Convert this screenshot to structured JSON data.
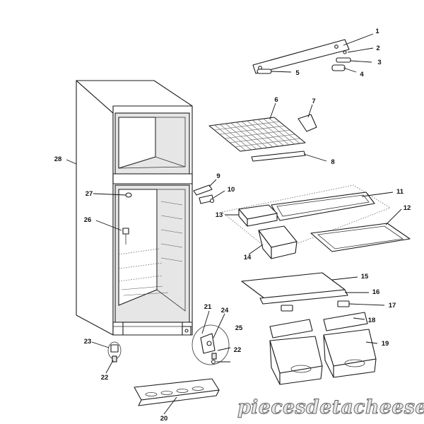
{
  "diagram": {
    "callouts": [
      "1",
      "2",
      "3",
      "4",
      "5",
      "6",
      "7",
      "8",
      "9",
      "10",
      "11",
      "12",
      "13",
      "14",
      "15",
      "16",
      "17",
      "18",
      "19",
      "20",
      "21",
      "22",
      "22",
      "23",
      "24",
      "25",
      "26",
      "27",
      "28"
    ],
    "watermark": "piecesdetacheeselec.com"
  },
  "colors": {
    "line": "#1a1a1a",
    "part_fill": "#ffffff",
    "shade": "#e6e6e6"
  }
}
